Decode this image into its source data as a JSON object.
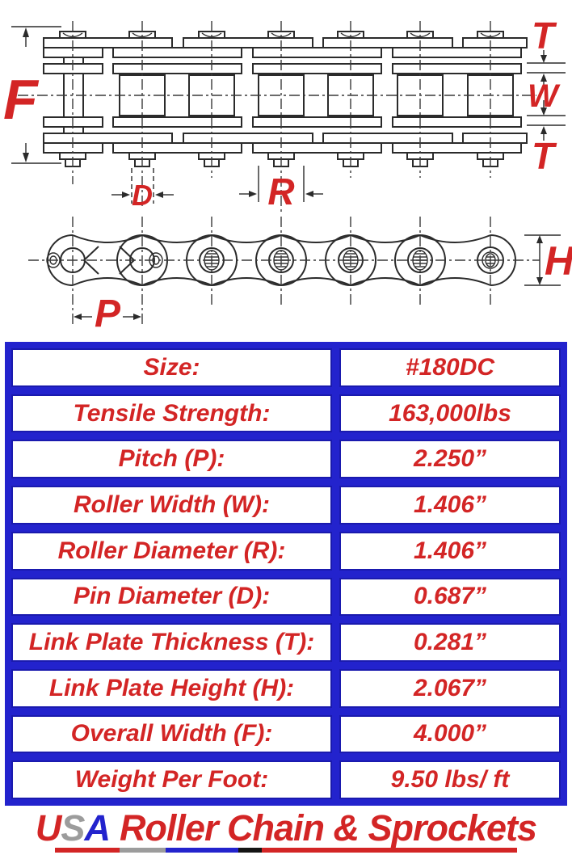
{
  "diagram_top": {
    "label_f": "F",
    "label_t_top": "T",
    "label_w": "W",
    "label_t_bottom": "T",
    "label_d": "D",
    "label_r": "R"
  },
  "diagram_side": {
    "label_p": "P",
    "label_h": "H"
  },
  "table": {
    "rows": [
      {
        "label": "Size:",
        "value": "#180DC"
      },
      {
        "label": "Tensile Strength:",
        "value": "163,000lbs"
      },
      {
        "label": "Pitch (P):",
        "value": "2.250”"
      },
      {
        "label": "Roller Width (W):",
        "value": "1.406”"
      },
      {
        "label": "Roller Diameter (R):",
        "value": "1.406”"
      },
      {
        "label": "Pin Diameter (D):",
        "value": "0.687”"
      },
      {
        "label": "Link Plate Thickness (T):",
        "value": "0.281”"
      },
      {
        "label": "Link Plate Height (H):",
        "value": "2.067”"
      },
      {
        "label": "Overall Width (F):",
        "value": "4.000”"
      },
      {
        "label": "Weight Per Foot:",
        "value": "9.50 lbs/ ft"
      }
    ]
  },
  "footer": {
    "letter_u": "U",
    "letter_s": "S",
    "letter_a": "A",
    "rest": "Roller Chain & Sprockets"
  },
  "colors": {
    "red": "#d32525",
    "gray": "#9c9c9c",
    "blue": "#2323cd",
    "black": "#141414",
    "table_blue": "#2323cd",
    "cell_navy": "#1a1aae",
    "line_dark": "#2b2b2b"
  }
}
